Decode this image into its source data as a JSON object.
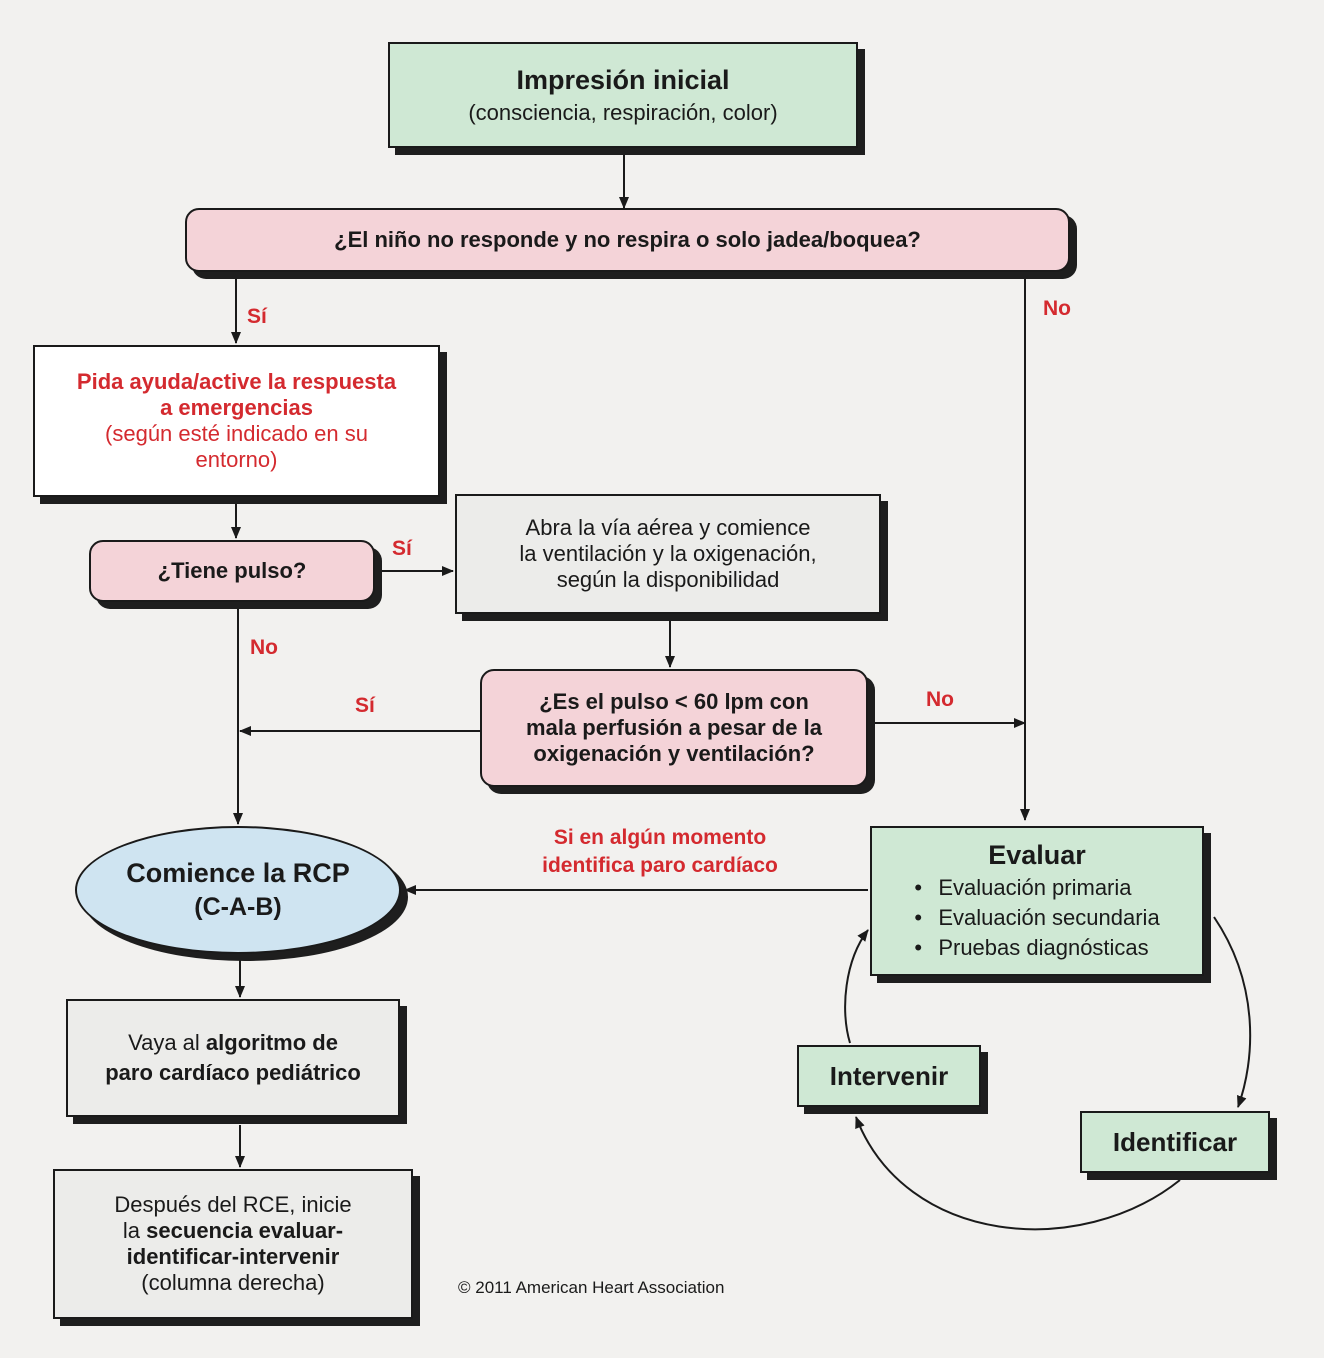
{
  "nodes": {
    "impresion": {
      "title": "Impresión inicial",
      "subtitle": "(consciencia, respiración, color)"
    },
    "no_responde": {
      "text": "¿El niño no responde y no respira o solo jadea/boquea?"
    },
    "pida_ayuda": {
      "line1": "Pida ayuda/active la respuesta",
      "line2": "a emergencias",
      "line3": "(según esté indicado en su",
      "line4": "entorno)"
    },
    "tiene_pulso": {
      "text": "¿Tiene pulso?"
    },
    "abra_via": {
      "line1": "Abra la vía aérea y comience",
      "line2": "la ventilación y la oxigenación,",
      "line3": "según la disponibilidad"
    },
    "pulso_60": {
      "line1": "¿Es el pulso < 60 lpm con",
      "line2": "mala perfusión a pesar de la",
      "line3": "oxigenación y ventilación?"
    },
    "rcp": {
      "line1": "Comience la RCP",
      "line2": "(C-A-B)"
    },
    "evaluar": {
      "title": "Evaluar",
      "items": [
        "Evaluación primaria",
        "Evaluación secundaria",
        "Pruebas diagnósticas"
      ]
    },
    "intervenir": {
      "text": "Intervenir"
    },
    "identificar": {
      "text": "Identificar"
    },
    "vaya": {
      "pre": "Vaya al ",
      "bold1": "algoritmo de",
      "bold2": "paro cardíaco pediátrico"
    },
    "despues": {
      "line1": "Después del RCE, inicie",
      "pre2": "la ",
      "bold2": "secuencia evaluar-",
      "bold3": "identificar-intervenir",
      "line4": "(columna derecha)"
    }
  },
  "labels": {
    "si_1": "Sí",
    "no_1": "No",
    "si_2": "Sí",
    "no_2": "No",
    "si_3": "Sí",
    "no_3": "No"
  },
  "note": {
    "line1": "Si en algún momento",
    "line2": "identifica paro cardíaco"
  },
  "copyright": "© 2011 American Heart Association",
  "colors": {
    "green_box": "#cfe8d4",
    "pink_box": "#f4d3d8",
    "blue_oval": "#cfe4f1",
    "grey_box": "#ececea",
    "label_red": "#d42a2f"
  }
}
